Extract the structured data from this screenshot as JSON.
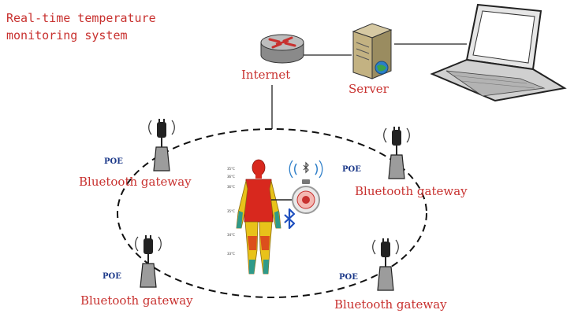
{
  "title": {
    "line1": "Real-time temperature",
    "line2": "monitoring system"
  },
  "nodes": {
    "internet": "Internet",
    "server": "Server"
  },
  "gateways": [
    {
      "label": "Bluetooth gateway",
      "poe": "POE"
    },
    {
      "label": "Bluetooth gateway",
      "poe": "POE"
    },
    {
      "label": "Bluetooth gateway",
      "poe": "POE"
    },
    {
      "label": "Bluetooth gateway",
      "poe": "POE"
    }
  ],
  "body_temps": [
    "35°C",
    "36°C",
    "36°C",
    "35°C",
    "34°C",
    "33°C"
  ],
  "colors": {
    "label_red": "#c8312f",
    "poe_blue": "#1d3a8a",
    "body_red": "#d8281e",
    "limb_yellow": "#e8c21a",
    "limb_teal": "#2f9a8a",
    "bluetooth_blue": "#1e4fbf"
  },
  "icons": {
    "router": "router-icon",
    "server": "server-icon",
    "laptop": "laptop-icon",
    "gateway": "gateway-antenna-icon",
    "sensor": "temperature-sensor-icon",
    "bluetooth": "bluetooth-icon",
    "body": "human-body-thermal-icon"
  }
}
